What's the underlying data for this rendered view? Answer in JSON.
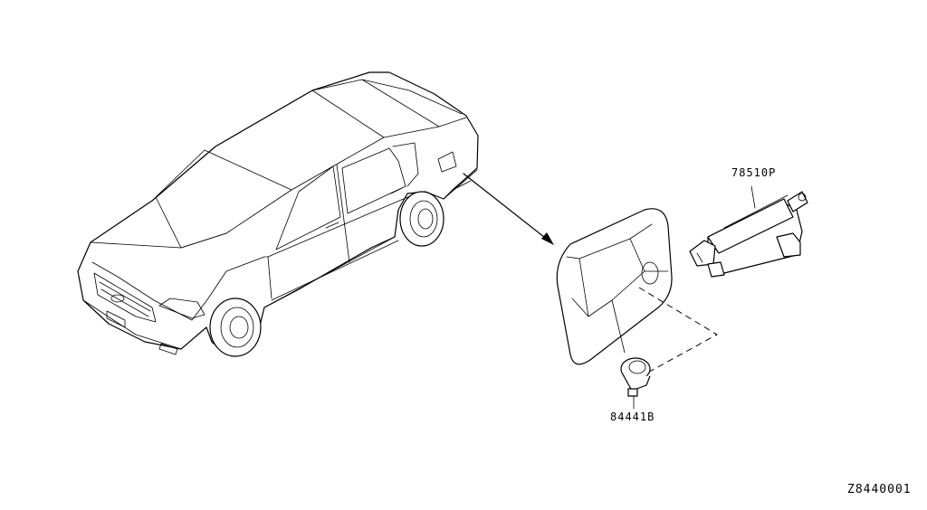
{
  "diagram": {
    "parts": [
      {
        "part_number": "78510P"
      },
      {
        "part_number": "84441B"
      }
    ],
    "figure_code": "Z8440001"
  }
}
